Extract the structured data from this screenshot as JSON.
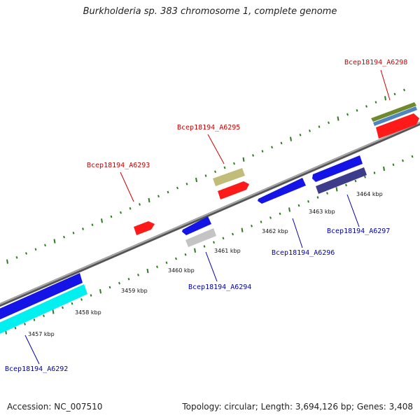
{
  "map": {
    "title": "Burkholderia sp. 383 chromosome 1, complete genome",
    "accession_text": "Accession: NC_007510",
    "topology_text": "Topology: circular; Length: 3,694,126 bp; Genes: 3,408",
    "tick_labels": [
      "3457 kbp",
      "3458 kbp",
      "3459 kbp",
      "3460 kbp",
      "3461 kbp",
      "3462 kbp",
      "3463 kbp",
      "3464 kbp"
    ],
    "gene_labels": {
      "A6298": "Bcep18194_A6298",
      "A6295": "Bcep18194_A6295",
      "A6293": "Bcep18194_A6293",
      "A6297": "Bcep18194_A6297",
      "A6296": "Bcep18194_A6296",
      "A6294": "Bcep18194_A6294",
      "A6292": "Bcep18194_A6292"
    },
    "colors": {
      "reverse_label": "#cc0000",
      "forward_label": "#0000aa",
      "tick": "#2e7d20",
      "backbone": "#808080",
      "gene_red": "#ff1a1a",
      "gene_blue": "#1414e6",
      "gene_cyan": "#00f0f0",
      "gene_gray": "#c4c4c4",
      "gene_khaki": "#c2bc7a",
      "gene_olive": "#6f8a2c",
      "gene_steel": "#4f86c2",
      "gene_slate": "#3c3c8a"
    }
  }
}
